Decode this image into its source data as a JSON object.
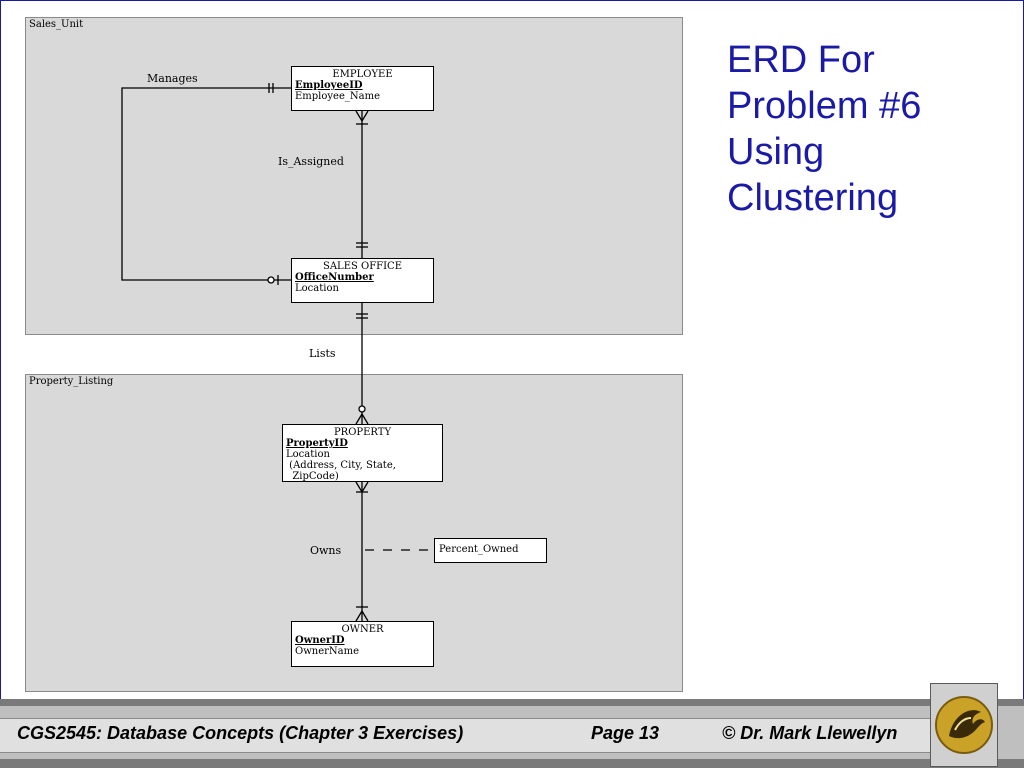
{
  "slide": {
    "title_lines": [
      "ERD For",
      "Problem #6",
      "Using",
      "Clustering"
    ]
  },
  "clusters": {
    "sales_unit": "Sales_Unit",
    "property_listing": "Property_Listing"
  },
  "entities": {
    "employee": {
      "name": "EMPLOYEE",
      "pk": "EmployeeID",
      "attrs": [
        "Employee_Name"
      ]
    },
    "sales_office": {
      "name": "SALES OFFICE",
      "pk": "OfficeNumber",
      "attrs": [
        "Location"
      ]
    },
    "property": {
      "name": "PROPERTY",
      "pk": "PropertyID",
      "attrs": [
        "Location",
        " (Address, City, State,",
        "  ZipCode)"
      ]
    },
    "owner": {
      "name": "OWNER",
      "pk": "OwnerID",
      "attrs": [
        "OwnerName"
      ]
    },
    "percent_owned": {
      "name": "Percent_Owned"
    }
  },
  "relationships": {
    "manages": "Manages",
    "is_assigned": "Is_Assigned",
    "lists": "Lists",
    "owns": "Owns"
  },
  "footer": {
    "course": "CGS2545: Database Concepts  (Chapter 3 Exercises)",
    "page": "Page 13",
    "author": "© Dr. Mark Llewellyn"
  },
  "colors": {
    "title": "#1a1aa6",
    "cluster_fill": "#d9d9d9",
    "logo_gold": "#c9a227"
  },
  "icons": {
    "logo": "ucf-pegasus-logo-icon"
  }
}
